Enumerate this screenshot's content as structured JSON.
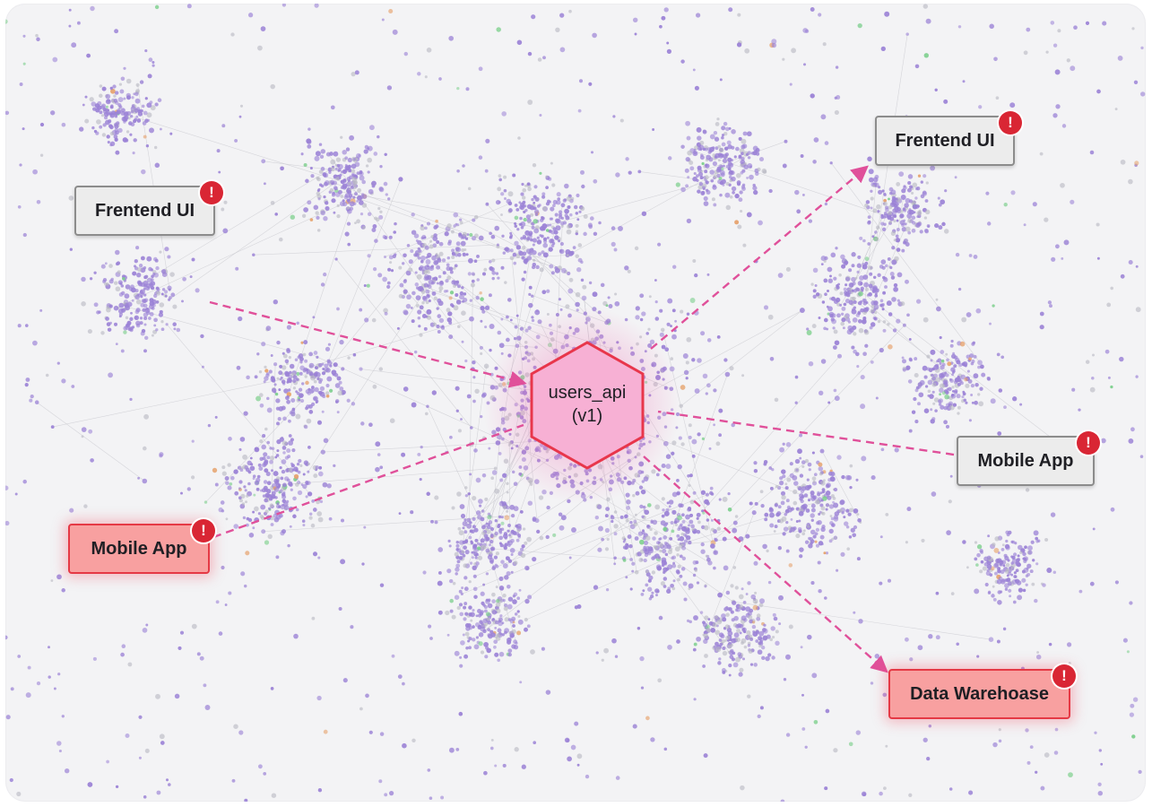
{
  "hub": {
    "line1": "users_api",
    "line2": "(v1)",
    "fill": "#f7b0d4",
    "stroke": "#e8364b"
  },
  "nodes": [
    {
      "id": "frontend-ui-left",
      "label": "Frentend UI",
      "status": "neutral",
      "badge": "!"
    },
    {
      "id": "frontend-ui-right",
      "label": "Frentend UI",
      "status": "neutral",
      "badge": "!"
    },
    {
      "id": "mobile-app-right",
      "label": "Mobile App",
      "status": "neutral",
      "badge": "!"
    },
    {
      "id": "mobile-app-left",
      "label": "Mobile App",
      "status": "alert",
      "badge": "!"
    },
    {
      "id": "data-warehouse",
      "label": "Data Warehoase",
      "status": "alert",
      "badge": "!"
    }
  ],
  "edge_color": "#e0509a",
  "background_dot_color": "#9b82d6",
  "alert_color": "#e53945"
}
